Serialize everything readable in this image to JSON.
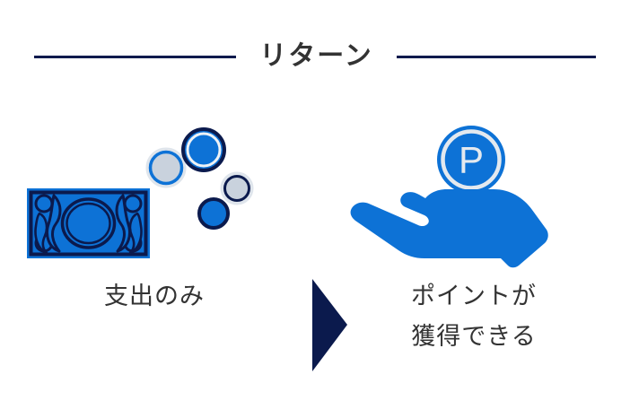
{
  "header": {
    "title": "リターン",
    "rule_color": "#0b1a4d"
  },
  "colors": {
    "accent_blue": "#0d72d6",
    "deep_navy": "#0b1a4d",
    "coin_silver": "#c9d2dd",
    "text": "#333333",
    "background": "#ffffff"
  },
  "panels": [
    {
      "id": "before",
      "caption": "支出のみ",
      "icon_name": "banknote-and-coins-icon",
      "icon_parts": [
        "banknote",
        "coin-silver-large",
        "coin-blue-large",
        "coin-silver-small",
        "coin-blue-small"
      ]
    },
    {
      "id": "after",
      "caption_line1": "ポイントが",
      "caption_line2": "獲得できる",
      "icon_name": "hand-holding-point-coin-icon",
      "coin_letter": "P",
      "icon_parts": [
        "point-coin",
        "open-hand"
      ]
    }
  ],
  "arrow": {
    "name": "right-arrow-triangle",
    "direction": "right",
    "color": "#0b1a4d"
  }
}
